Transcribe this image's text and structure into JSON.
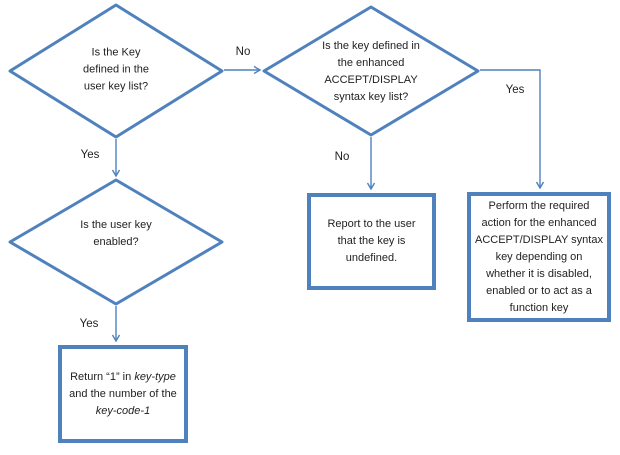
{
  "colors": {
    "shape_outline": "#4f81bd",
    "connector": "#4f81bd",
    "text": "#1f1f1f",
    "background": "#ffffff"
  },
  "decisions": [
    {
      "text": "Is the Key\ndefined in the\nuser key list?"
    },
    {
      "text": "Is the key defined in\nthe enhanced\nACCEPT/DISPLAY\nsyntax key list?"
    },
    {
      "text": "Is the user key\nenabled?"
    }
  ],
  "processes": {
    "report_undefined": {
      "text": "Report to the user\nthat the key is\nundefined."
    },
    "perform_enhanced": {
      "text": "Perform the required\naction for the enhanced\nACCEPT/DISPLAY syntax\nkey depending on\nwhether it is disabled,\nenabled or to act as a\nfunction key"
    },
    "return_key_type": {
      "runs": [
        {
          "text": "Return “1” in "
        },
        {
          "text": "key-type",
          "italic": true
        },
        {
          "text": " and the number of the "
        },
        {
          "text": "key-code-1",
          "italic": true
        }
      ]
    }
  },
  "edge_labels": {
    "no_top": "No",
    "yes_left": "Yes",
    "no_middle": "No",
    "yes_right": "Yes",
    "yes_bottom": "Yes"
  }
}
